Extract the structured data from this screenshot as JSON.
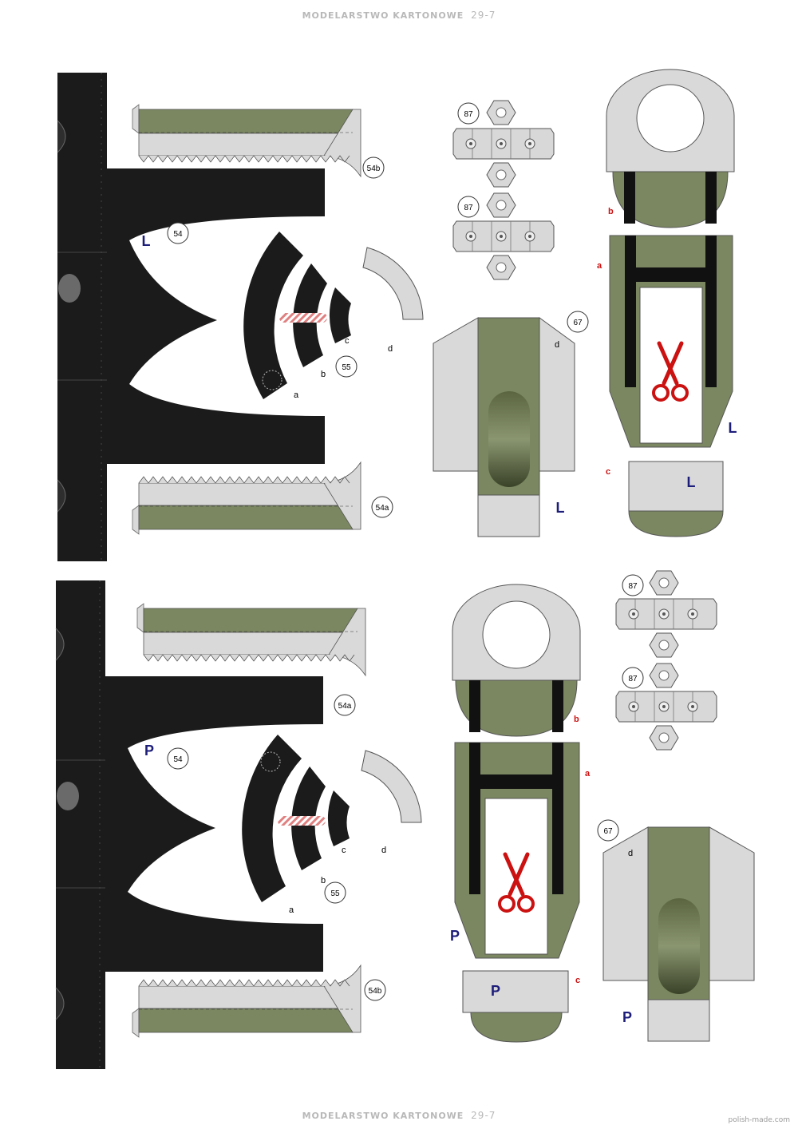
{
  "header": {
    "title": "MODELARSTWO KARTONOWE",
    "number": "29-7"
  },
  "footer": {
    "title": "MODELARSTWO KARTONOWE",
    "number": "29-7",
    "website": "polish-made.com"
  },
  "colors": {
    "olive": "#7a8760",
    "black": "#1a1a1a",
    "light_grey": "#d9d9d9",
    "label_blue": "#1d1d7a",
    "label_red": "#cc1111"
  },
  "top_sheet": {
    "side_label": "L",
    "part_54": "54",
    "part_54a": "54a",
    "part_54b": "54b",
    "part_55": "55",
    "part_67": "67",
    "part_87": "87",
    "letters": {
      "a": "a",
      "b": "b",
      "c": "c",
      "d": "d"
    }
  },
  "bottom_sheet": {
    "side_label": "P",
    "part_54": "54",
    "part_54a": "54a",
    "part_54b": "54b",
    "part_55": "55",
    "part_67": "67",
    "part_87": "87",
    "letters": {
      "a": "a",
      "b": "b",
      "c": "c",
      "d": "d"
    }
  },
  "icons": [
    "scissors-icon",
    "hexagon-nut-icon",
    "hatch-icon"
  ]
}
